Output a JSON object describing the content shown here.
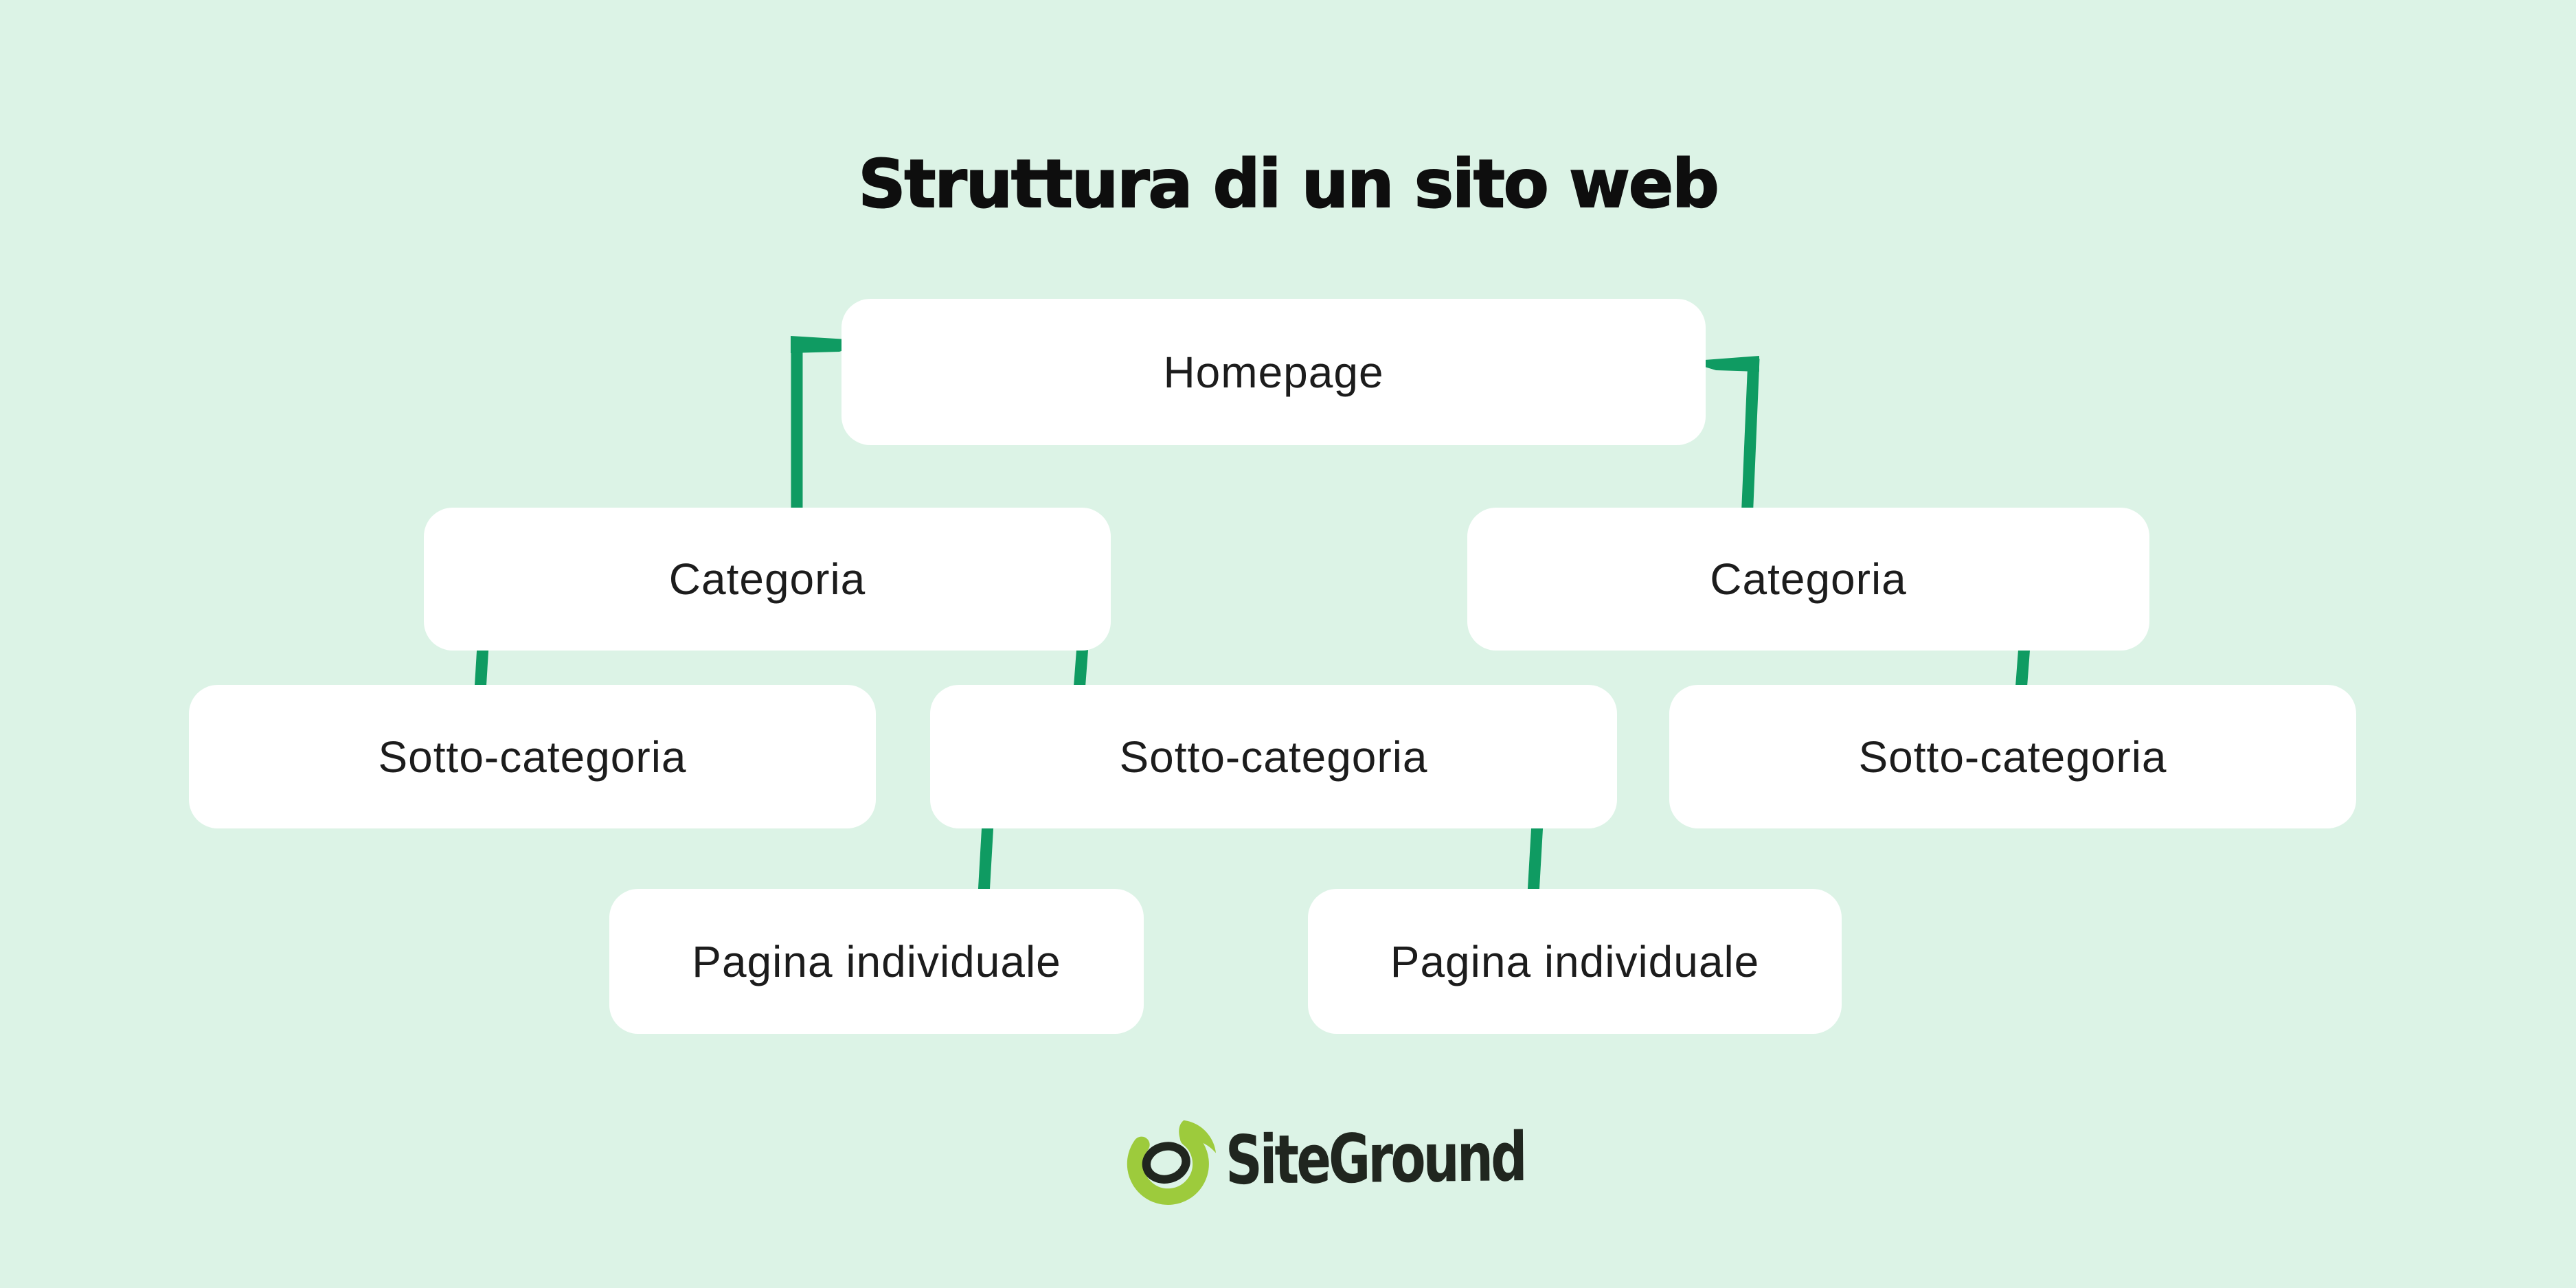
{
  "page": {
    "title": "Struttura di un sito web",
    "background_color": "#dcf3e6",
    "title_color": "#0e0e0e"
  },
  "diagram": {
    "type": "tree",
    "connector_color": "#0f9b62",
    "node_background": "#ffffff",
    "node_text_color": "#1c1c1c",
    "nodes": [
      {
        "id": "homepage",
        "label": "Homepage",
        "level": 0,
        "parent": null
      },
      {
        "id": "categoria-left",
        "label": "Categoria",
        "level": 1,
        "parent": "homepage"
      },
      {
        "id": "categoria-right",
        "label": "Categoria",
        "level": 1,
        "parent": "homepage"
      },
      {
        "id": "sotto-categoria-1",
        "label": "Sotto-categoria",
        "level": 2,
        "parent": "categoria-left"
      },
      {
        "id": "sotto-categoria-2",
        "label": "Sotto-categoria",
        "level": 2,
        "parent": "categoria-left"
      },
      {
        "id": "sotto-categoria-3",
        "label": "Sotto-categoria",
        "level": 2,
        "parent": "categoria-right"
      },
      {
        "id": "pagina-individuale-1",
        "label": "Pagina individuale",
        "level": 3,
        "parent": "sotto-categoria-2"
      },
      {
        "id": "pagina-individuale-2",
        "label": "Pagina individuale",
        "level": 3,
        "parent": "sotto-categoria-2"
      }
    ],
    "edges": [
      {
        "from": "homepage",
        "to": "categoria-left"
      },
      {
        "from": "homepage",
        "to": "categoria-right"
      },
      {
        "from": "categoria-left",
        "to": "sotto-categoria-1"
      },
      {
        "from": "categoria-left",
        "to": "sotto-categoria-2"
      },
      {
        "from": "categoria-right",
        "to": "sotto-categoria-3"
      },
      {
        "from": "sotto-categoria-2",
        "to": "pagina-individuale-1"
      },
      {
        "from": "sotto-categoria-2",
        "to": "pagina-individuale-2"
      }
    ]
  },
  "footer": {
    "brand": "SiteGround",
    "logo_swirl_color": "#9dcb3c",
    "logo_ring_color": "#20261f"
  }
}
